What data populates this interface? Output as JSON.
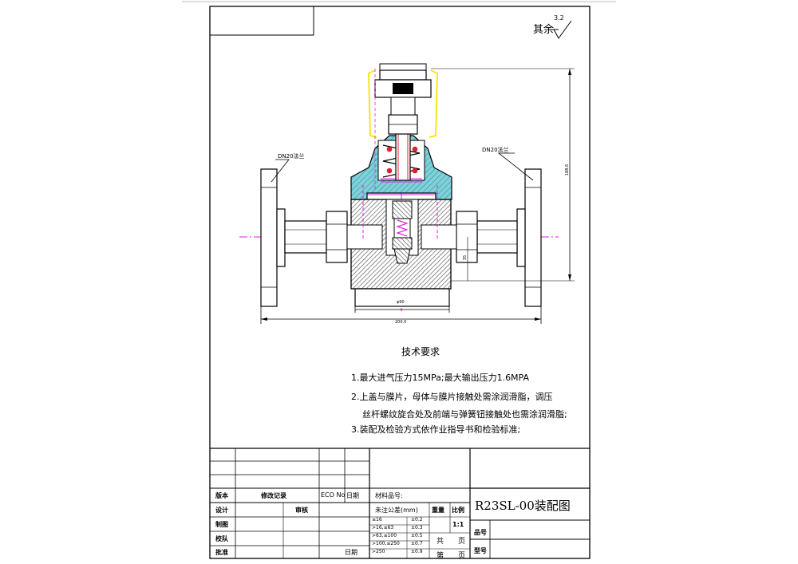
{
  "corner_symbol": {
    "text": "其余",
    "roughness": "3.2"
  },
  "labels": {
    "flange_left": "DN20法兰",
    "flange_right": "DN20法兰",
    "dim_bottom": "200.0",
    "dim_body": "φ90",
    "dim_height": "188.6",
    "dim_small": "35"
  },
  "tech": {
    "title": "技术要求",
    "items": [
      "1.最大进气压力15MPa;最大输出压力1.6MPA",
      "2.上盖与膜片，母体与膜片接触处需涂润滑脂，调压",
      "丝杆螺纹旋合处及前端与弹簧钮接触处也需涂润滑脂;",
      "3.装配及检验方式依作业指导书和检验标准;"
    ]
  },
  "title_block": {
    "version": "版本",
    "revision": "修改记录",
    "eco": "ECO No",
    "date": "日期",
    "design": "设计",
    "review": "审核",
    "draw": "制图",
    "check": "校队",
    "approve": "批准",
    "approve_date": "日期",
    "material": "材料品号:",
    "tolerance_header": "未注公差(mm)",
    "weight": "重量",
    "scale": "比例",
    "scale_value": "1:1",
    "drawing_name": "R23SL-00装配图",
    "part_no": "品号",
    "model_no": "型号",
    "total": "共",
    "page": "页",
    "sheet": "第",
    "sheet_page": "页",
    "tolerances": [
      {
        "range": "≤16",
        "value": "±0.2"
      },
      {
        "range": ">16,≤63",
        "value": "±0.3"
      },
      {
        "range": ">63,≤100",
        "value": "±0.5"
      },
      {
        "range": ">100,≤250",
        "value": "±0.7"
      },
      {
        "range": ">250",
        "value": "±0.9"
      }
    ]
  }
}
